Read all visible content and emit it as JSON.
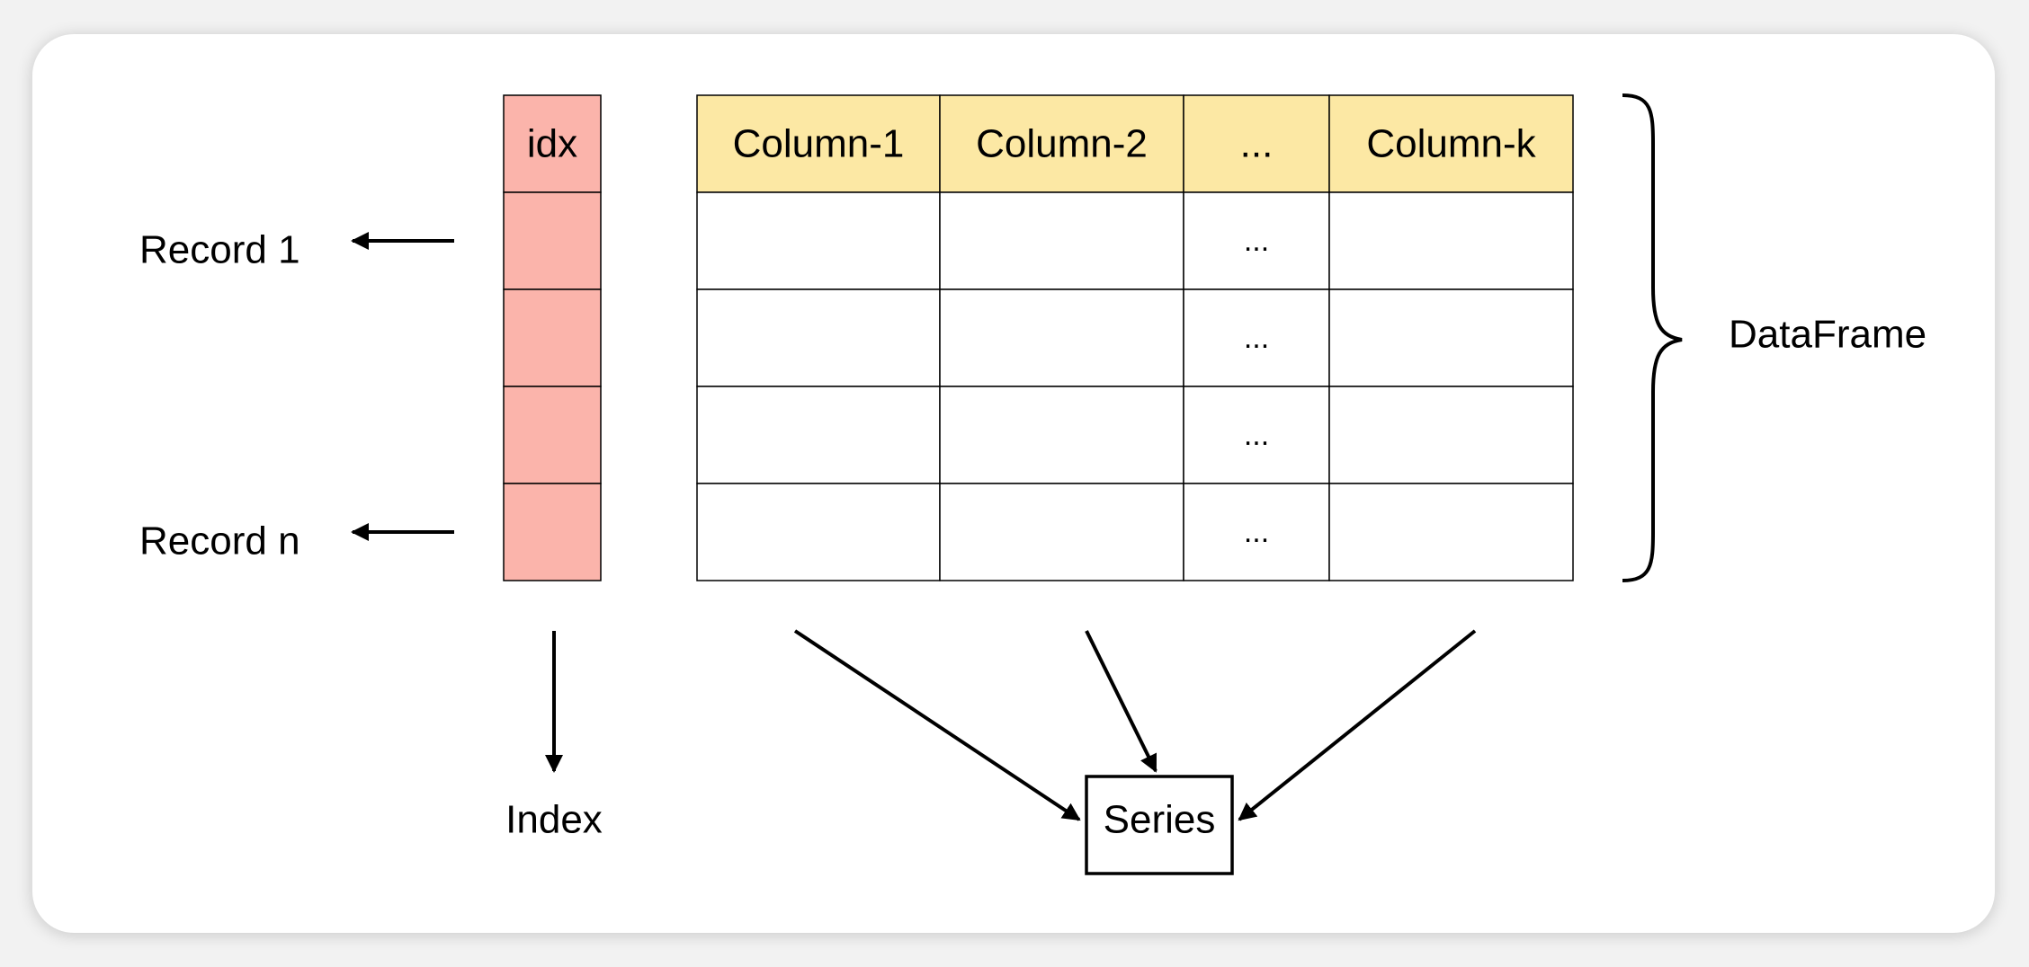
{
  "index_column": {
    "header": "idx",
    "row_count": 4
  },
  "table": {
    "headers": [
      "Column-1",
      "Column-2",
      "...",
      "Column-k"
    ],
    "rows": [
      [
        "",
        "",
        "...",
        ""
      ],
      [
        "",
        "",
        "...",
        ""
      ],
      [
        "",
        "",
        "...",
        ""
      ],
      [
        "",
        "",
        "...",
        ""
      ]
    ]
  },
  "records": {
    "first": "Record 1",
    "last": "Record n"
  },
  "dataframe_label": "DataFrame",
  "index_label": "Index",
  "series_label": "Series",
  "colors": {
    "index_fill": "#fbb4ab",
    "header_fill": "#fce8a4",
    "stroke": "#000000"
  }
}
